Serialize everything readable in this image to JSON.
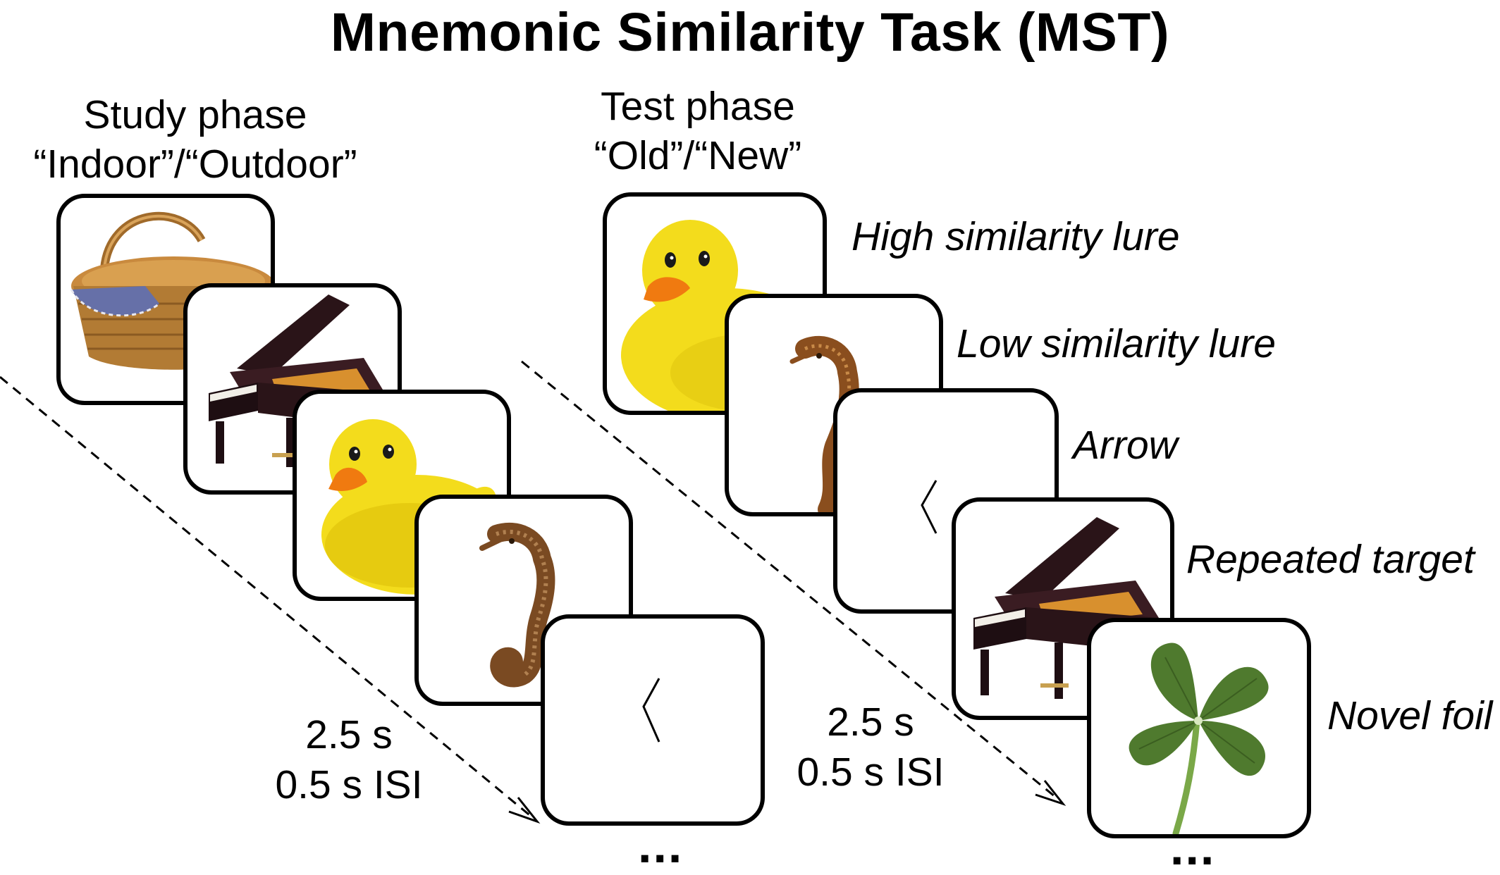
{
  "title": "Mnemonic Similarity Task (MST)",
  "study": {
    "phase_label": "Study phase",
    "instruction": "“Indoor”/“Outdoor”",
    "timing_line1": "2.5 s",
    "timing_line2": "0.5 s ISI",
    "continuation": "...",
    "cards": [
      "basket-image",
      "piano-image",
      "duck-image",
      "seahorse-image",
      "arrow-image"
    ]
  },
  "test": {
    "phase_label": "Test phase",
    "instruction": "“Old”/“New”",
    "timing_line1": "2.5 s",
    "timing_line2": "0.5 s ISI",
    "continuation": "...",
    "conditions": [
      "High similarity lure",
      "Low similarity lure",
      "Arrow",
      "Repeated target",
      "Novel foil"
    ]
  },
  "colors": {
    "duck": "#f3dc1c",
    "beak": "#f07a10",
    "wood": "#b27b34",
    "clover": "#4f7a2e",
    "seahorse": "#7a4a22"
  }
}
